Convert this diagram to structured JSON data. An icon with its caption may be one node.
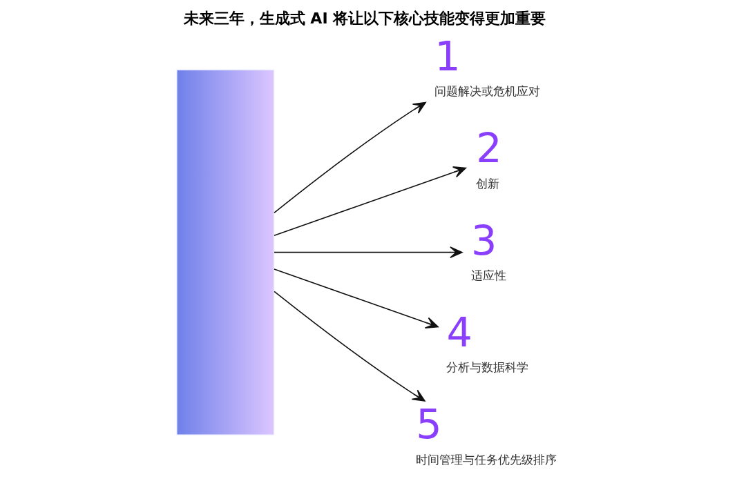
{
  "diagram": {
    "title": "未来三年，生成式 AI 将让以下核心技能变得更加重要",
    "nodes": [
      {
        "text": [],
        "shape": "bar"
      },
      {
        "text": [
          "1",
          "问题解决或危机应对"
        ]
      },
      {
        "text": [
          "2",
          "创新"
        ]
      },
      {
        "text": [
          "3",
          "适应性"
        ]
      },
      {
        "text": [
          "4",
          "分析与数据科学"
        ]
      },
      {
        "text": [
          "5",
          "时间管理与任务优先级排序"
        ]
      }
    ],
    "edges": [
      {
        "from": 0,
        "to": 1,
        "arrow": "to"
      },
      {
        "from": 0,
        "to": 2,
        "arrow": "to"
      },
      {
        "from": 0,
        "to": 3,
        "arrow": "to"
      },
      {
        "from": 0,
        "to": 4,
        "arrow": "to"
      },
      {
        "from": 0,
        "to": 5,
        "arrow": "to"
      }
    ]
  }
}
